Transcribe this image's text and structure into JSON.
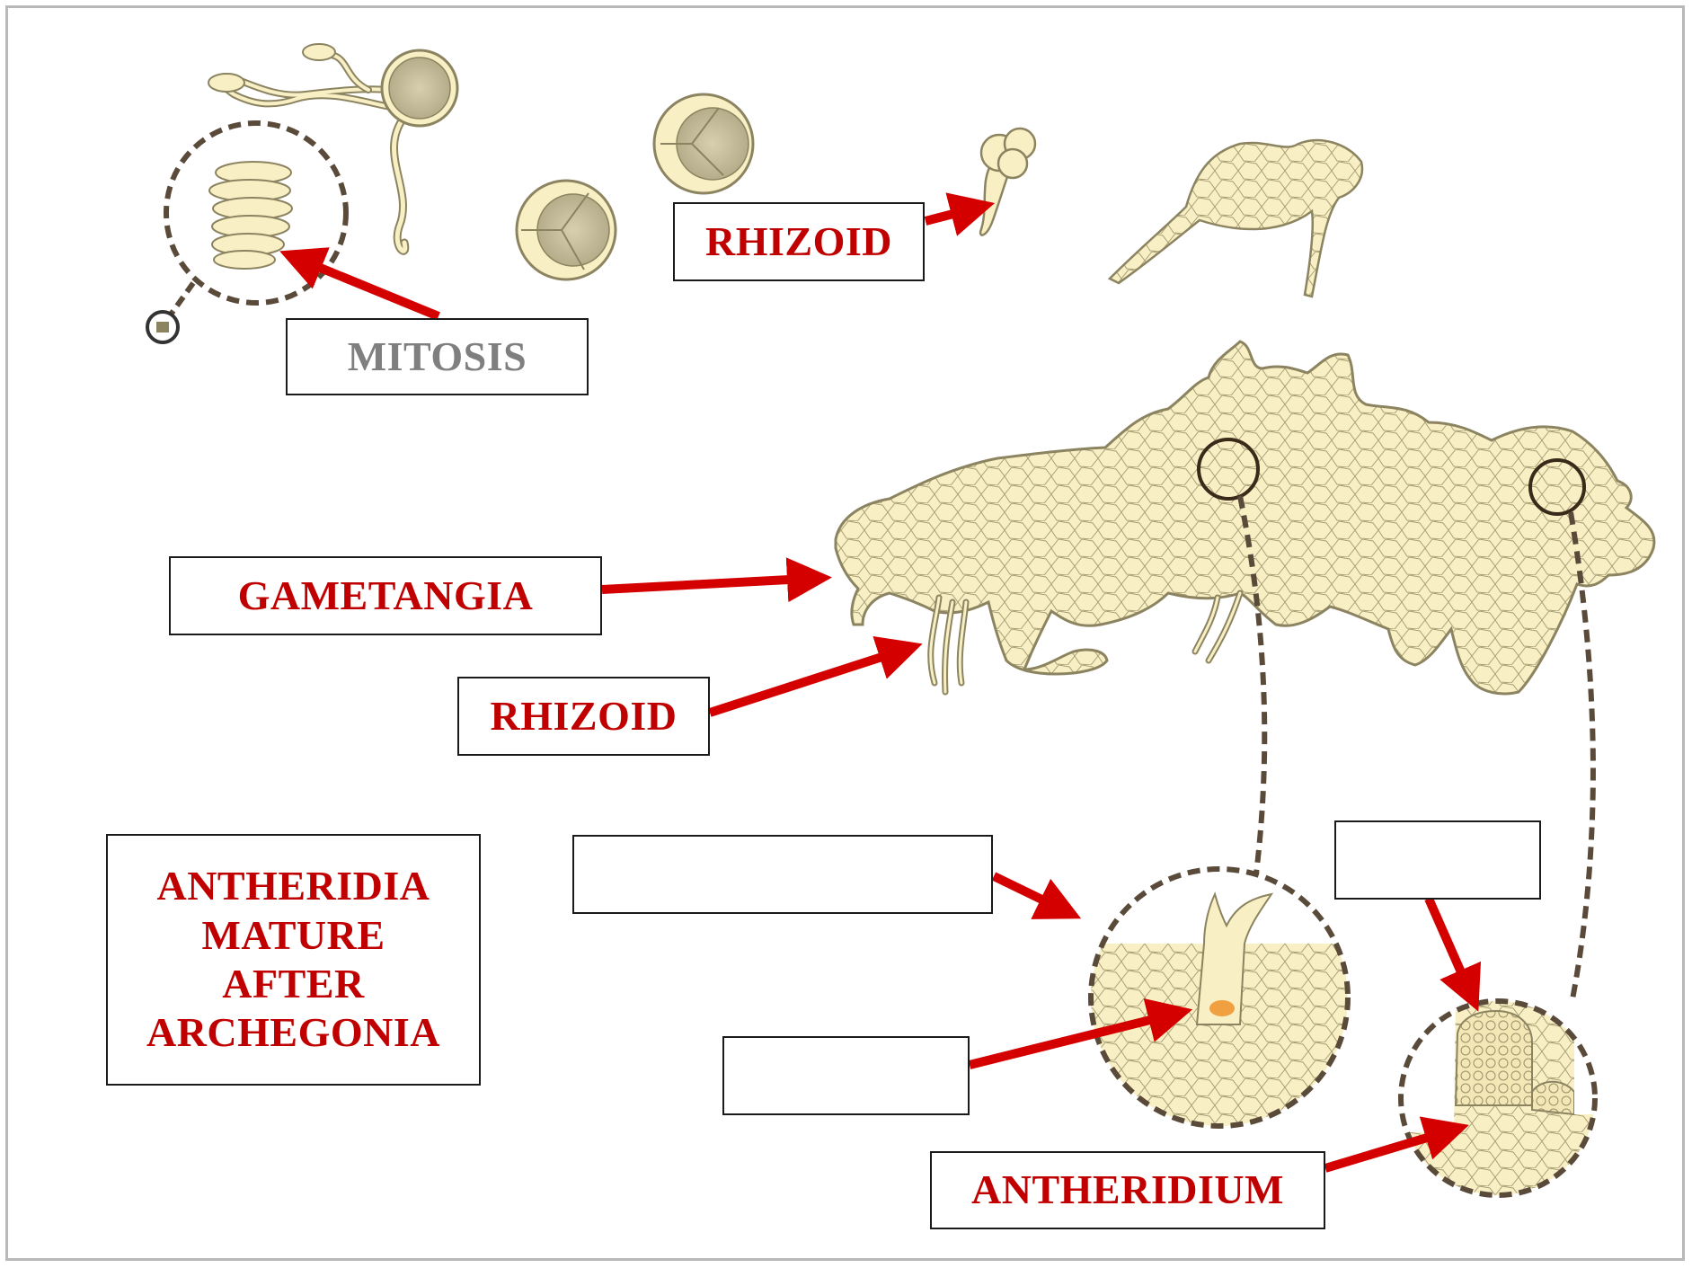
{
  "colors": {
    "label_red": "#c00000",
    "label_gray": "#7f7f7f",
    "arrow": "#d40000",
    "tissue_fill": "#f8efc4",
    "tissue_stroke": "#8c8461",
    "dashed_circle": "#5a4a3a",
    "frame": "#b8b8b8"
  },
  "labels": {
    "mitosis": "MITOSIS",
    "rhizoid_top": "RHIZOID",
    "gametangia": "GAMETANGIA",
    "rhizoid_mid": "RHIZOID",
    "note_lines": [
      "ANTHERIDIA",
      "MATURE",
      "AFTER",
      "ARCHEGONIA"
    ],
    "antheridium": "ANTHERIDIUM",
    "blank_1": "",
    "blank_2": "",
    "blank_3": ""
  }
}
